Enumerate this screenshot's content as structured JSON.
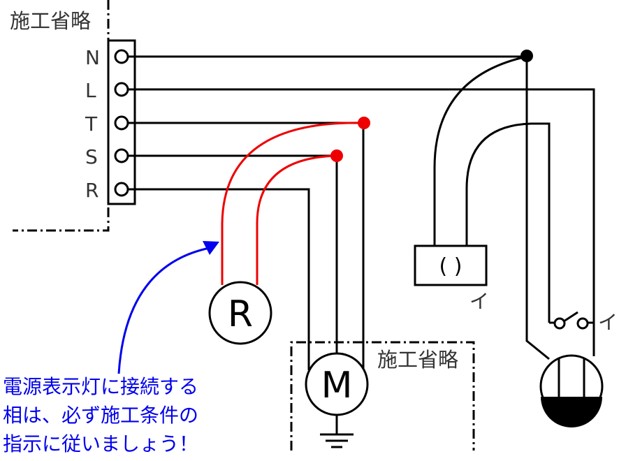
{
  "diagram": {
    "omitted_label_top": "施工省略",
    "omitted_label_bottom": "施工省略",
    "terminals": [
      "N",
      "L",
      "T",
      "S",
      "R"
    ],
    "pilot_lamp_symbol": "R",
    "motor_symbol": "M",
    "receptacle_symbol": "( )",
    "receptacle_tag": "イ",
    "switch_tag": "イ",
    "note_lines": [
      "電源表示灯に接続する",
      "相は、必ず施工条件の",
      "指示に従いましょう！"
    ]
  },
  "colors": {
    "wire": "#000000",
    "phase_wire": "#ee0000",
    "arrow": "#0000ee",
    "note_text": "#0000ee",
    "label_text": "#333333"
  }
}
